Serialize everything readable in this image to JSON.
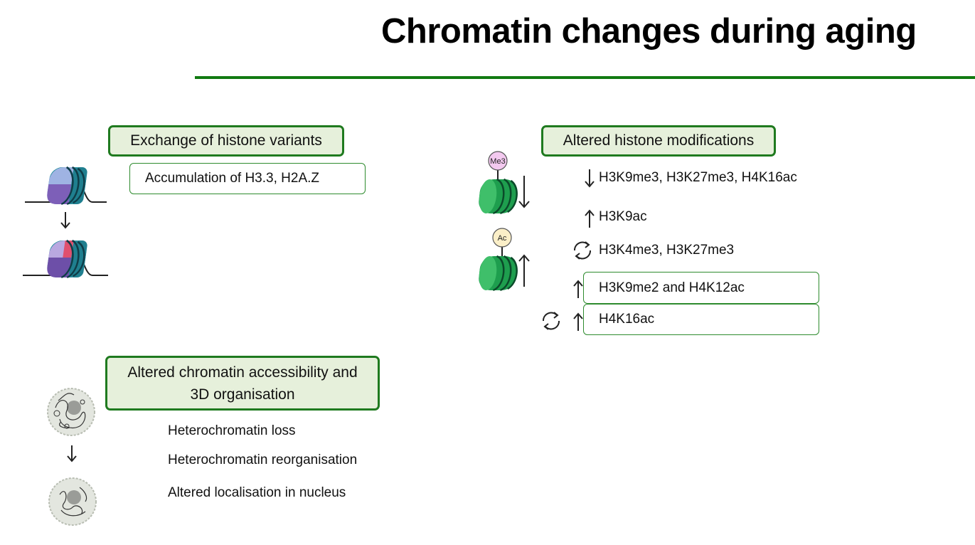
{
  "title": "Chromatin changes during aging",
  "colors": {
    "accent_green": "#117a11",
    "box_fill": "#e6f0db",
    "box_border": "#1f7a1f"
  },
  "histone_variants": {
    "header": "Exchange of histone variants",
    "detail": "Accumulation of H3.3, H2A.Z"
  },
  "accessibility": {
    "header_line1": "Altered chromatin accessibility and",
    "header_line2": "3D organisation",
    "items": [
      "Heterochromatin loss",
      "Heterochromatin reorganisation",
      "Altered localisation in nucleus"
    ]
  },
  "modifications": {
    "header": "Altered histone modifications",
    "badge_me3": "Me3",
    "badge_ac": "Ac",
    "rows": [
      "H3K9me3, H3K27me3, H4K16ac",
      "H3K9ac",
      "H3K4me3, H3K27me3",
      "H3K9me2 and H4K12ac",
      "H4K16ac"
    ]
  }
}
